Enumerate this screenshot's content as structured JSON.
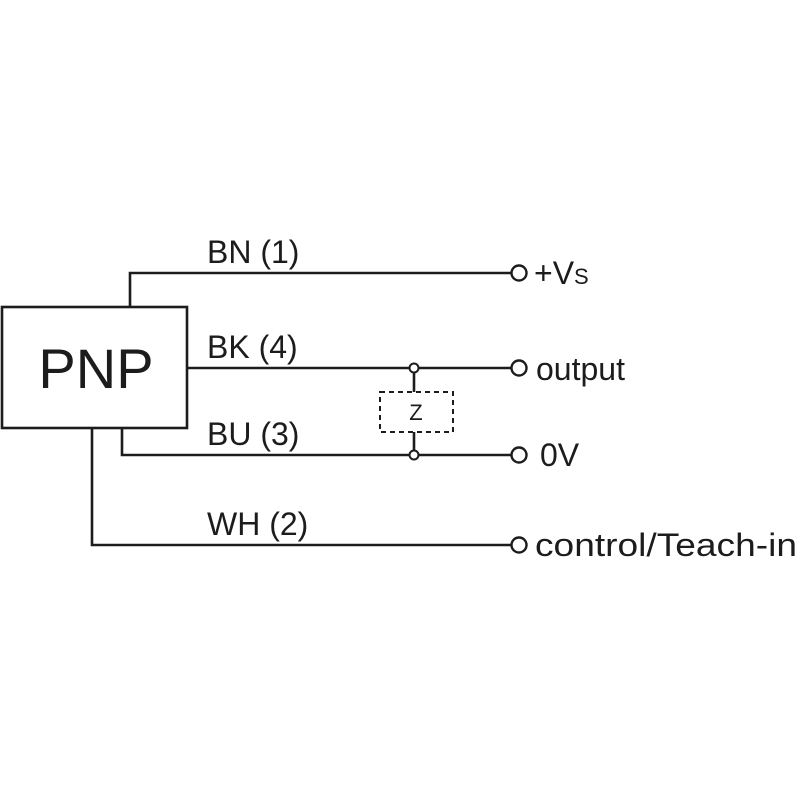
{
  "diagram": {
    "device_label": "PNP",
    "load_label": "Z",
    "wires": [
      {
        "wire_label": "BN (1)",
        "terminal_label": "+V",
        "terminal_subscript": "S"
      },
      {
        "wire_label": "BK (4)",
        "terminal_label": "output"
      },
      {
        "wire_label": "BU (3)",
        "terminal_label": "0V"
      },
      {
        "wire_label": "WH (2)",
        "terminal_label": "control/Teach-in"
      }
    ]
  }
}
